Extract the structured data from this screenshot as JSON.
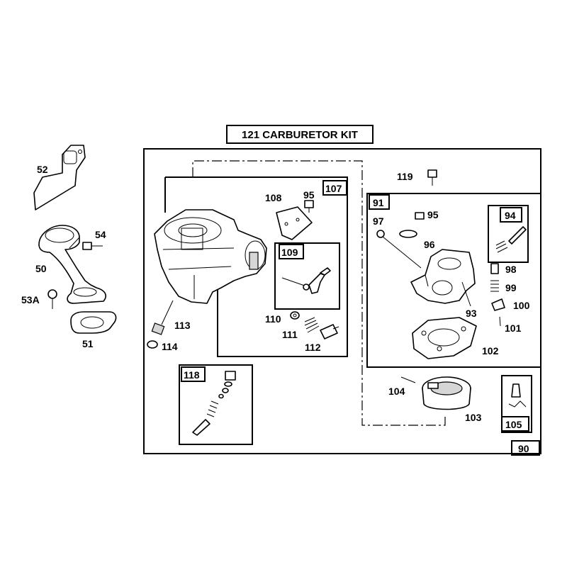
{
  "kit_title": "121 CARBURETOR KIT",
  "callouts": {
    "c52": "52",
    "c54": "54",
    "c50": "50",
    "c53a": "53A",
    "c51": "51",
    "c119": "119",
    "c107": "107",
    "c108": "108",
    "c95a": "95",
    "c109": "109",
    "c113": "113",
    "c114": "114",
    "c110": "110",
    "c111": "111",
    "c112": "112",
    "c118": "118",
    "c91": "91",
    "c97": "97",
    "c95b": "95",
    "c96": "96",
    "c94": "94",
    "c98": "98",
    "c99": "99",
    "c93": "93",
    "c100": "100",
    "c101": "101",
    "c102": "102",
    "c104": "104",
    "c103": "103",
    "c105": "105",
    "c90": "90"
  }
}
